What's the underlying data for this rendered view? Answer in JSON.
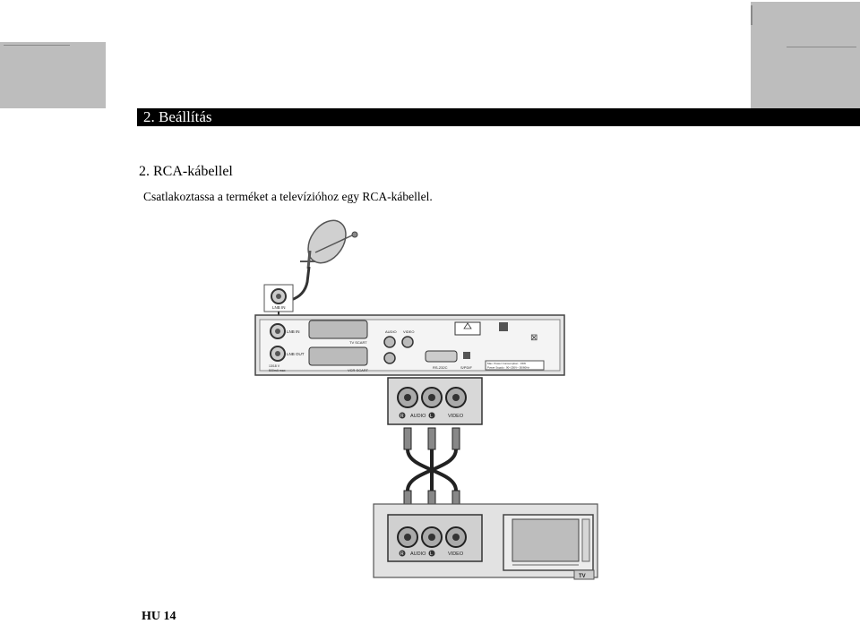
{
  "header": {
    "title": "2. Beállítás"
  },
  "section": {
    "title": "2. RCA-kábellel"
  },
  "body": {
    "instruction": "Csatlakoztassa a terméket a televízióhoz egy RCA-kábellel."
  },
  "footer": {
    "page_label": "HU 14"
  },
  "diagram": {
    "lnb_label": "LNB IN",
    "receiver": {
      "lnb_in": "LNB IN",
      "lnb_out": "LNB OUT",
      "power_text_1": "13/18 V",
      "power_text_2": "500mA max",
      "tv_scart": "TV SCART",
      "vcr_scart": "VCR SCART",
      "audio": "AUDIO",
      "video": "VIDEO",
      "rs232": "RS-232C",
      "spdif": "S/PDIF",
      "spec_1": "Max. Power Consumption : 15W",
      "spec_2": "Power Supply : 90~250V~ 50/60Hz"
    },
    "plug_receiver": {
      "r": "R",
      "audio": "AUDIO",
      "l": "L",
      "video": "VIDEO"
    },
    "plug_tv": {
      "r": "R",
      "audio": "AUDIO",
      "l": "L",
      "video": "VIDEO"
    },
    "tv_label": "TV"
  }
}
